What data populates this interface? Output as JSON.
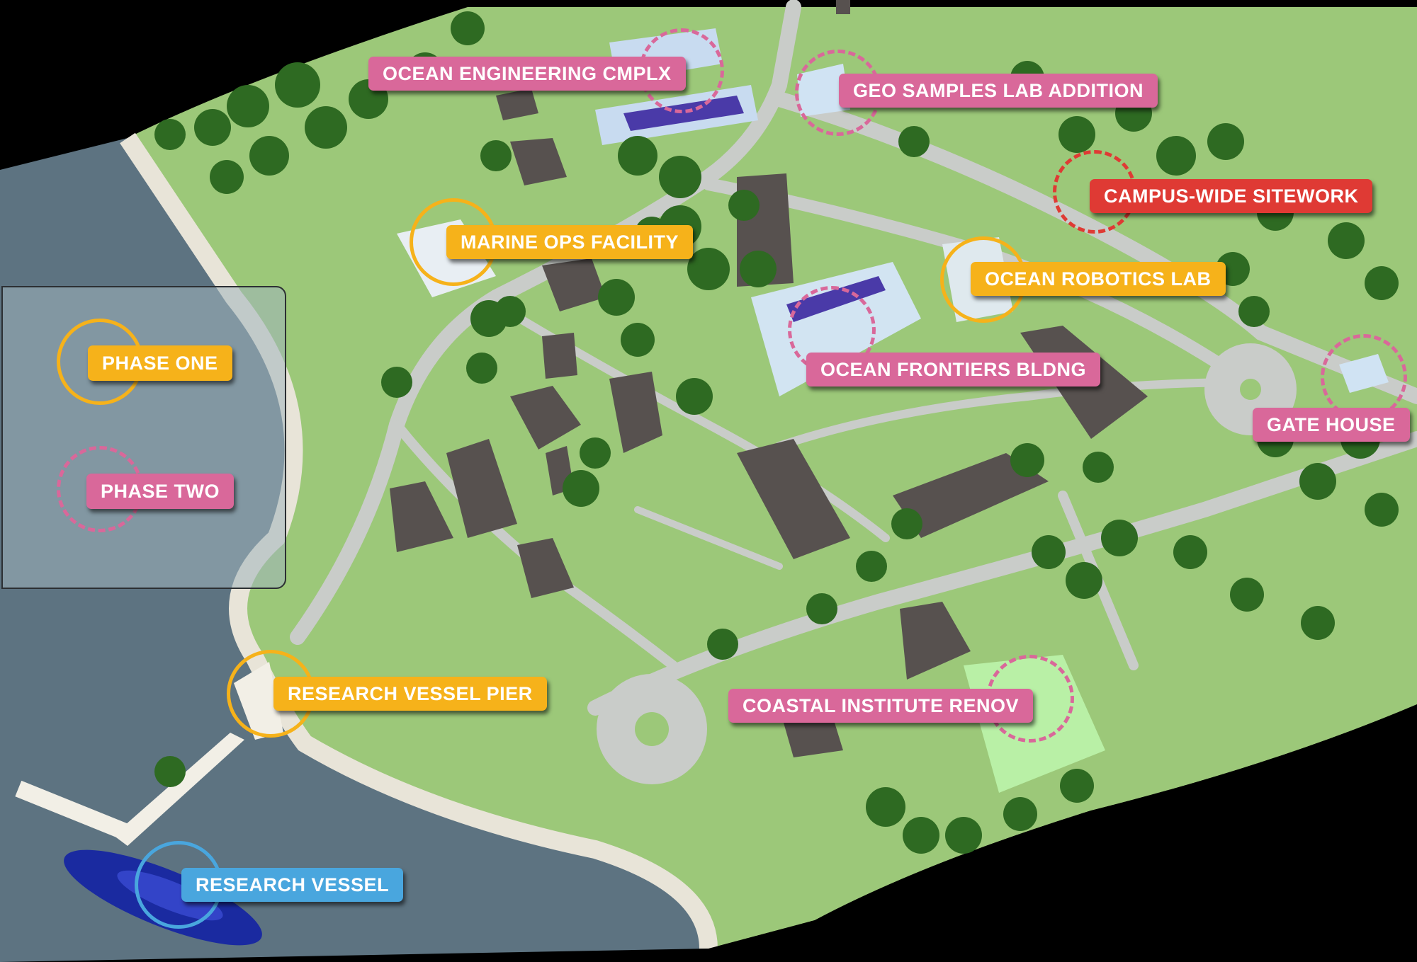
{
  "legend": {
    "phase_one": "PHASE ONE",
    "phase_two": "PHASE TWO"
  },
  "labels": {
    "ocean_engineering": "OCEAN ENGINEERING CMPLX",
    "geo_samples": "GEO SAMPLES LAB ADDITION",
    "campus_sitework": "CAMPUS-WIDE SITEWORK",
    "marine_ops": "MARINE OPS FACILITY",
    "ocean_robotics": "OCEAN ROBOTICS LAB",
    "ocean_frontiers": "OCEAN FRONTIERS BLDNG",
    "gate_house": "GATE HOUSE",
    "research_vessel_pier": "RESEARCH VESSEL PIER",
    "coastal_institute": "COASTAL INSTITUTE RENOV",
    "research_vessel": "RESEARCH VESSEL"
  },
  "colors": {
    "phase_one": "#f6b21a",
    "phase_two": "#d9689a",
    "sitework": "#df3a34",
    "research_vessel": "#49a6de",
    "grass": "#9cc879",
    "water": "#5d7381",
    "path": "#c9ccc9",
    "building": "#57514f"
  }
}
